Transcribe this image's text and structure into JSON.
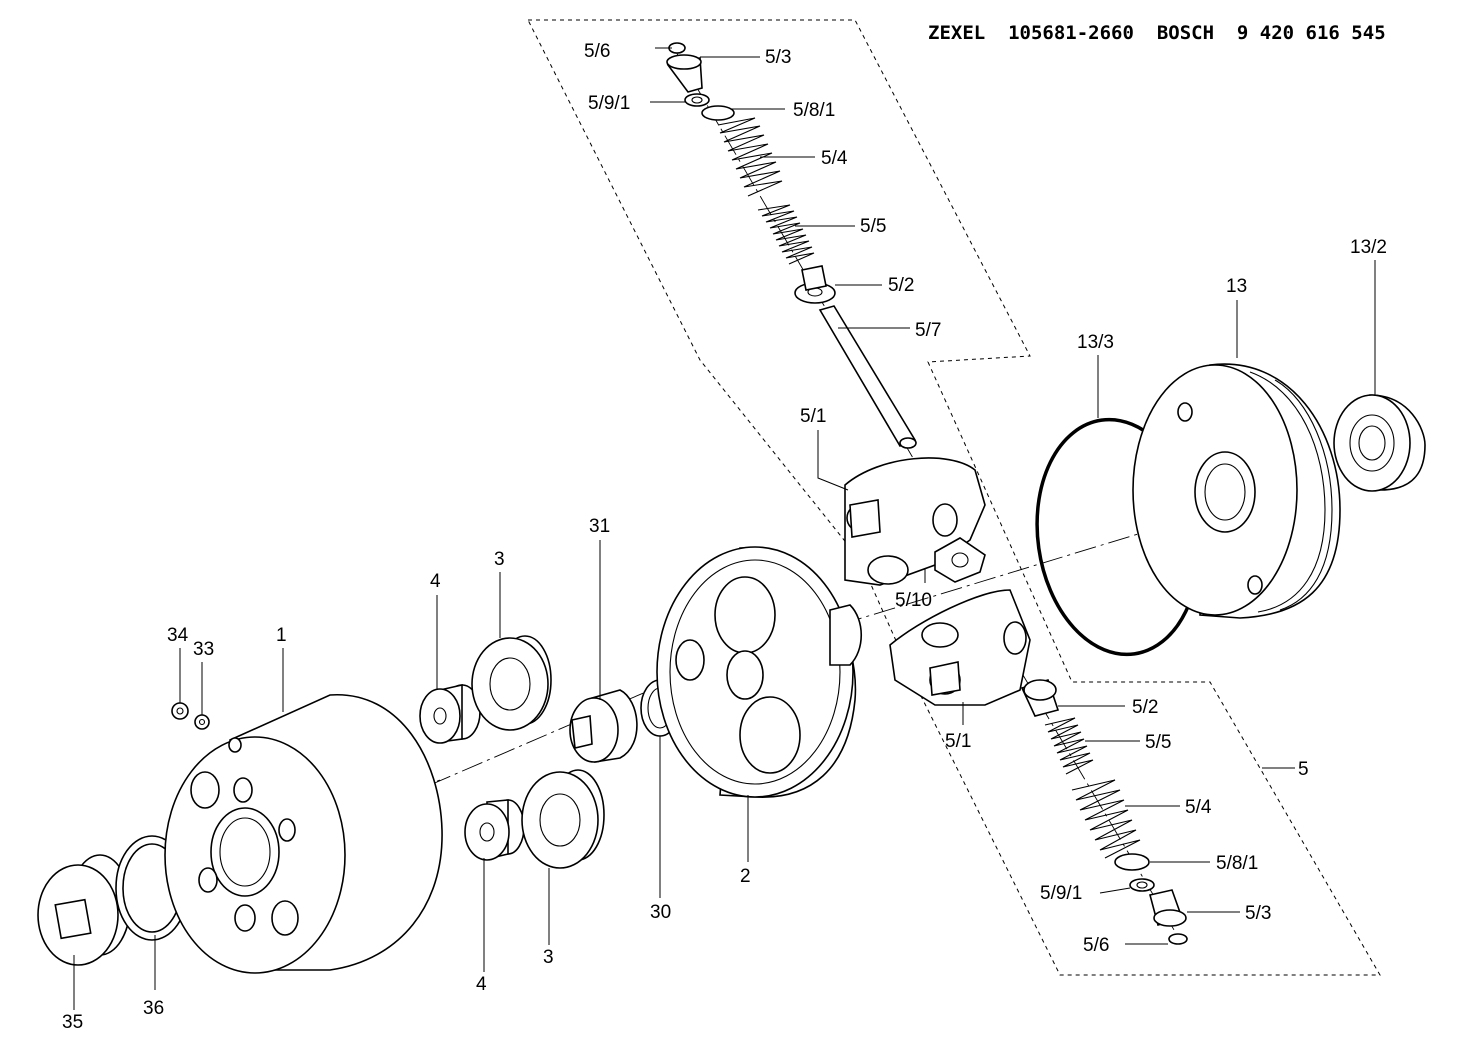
{
  "header": {
    "zexel_label": "ZEXEL",
    "zexel_number": "105681-2660",
    "bosch_label": "BOSCH",
    "bosch_number": "9 420 616 545"
  },
  "callouts": {
    "c1": "1",
    "c2": "2",
    "c3a": "3",
    "c3b": "3",
    "c4a": "4",
    "c4b": "4",
    "c5": "5",
    "c5_1a": "5/1",
    "c5_1b": "5/1",
    "c5_2a": "5/2",
    "c5_2b": "5/2",
    "c5_3a": "5/3",
    "c5_3b": "5/3",
    "c5_4a": "5/4",
    "c5_4b": "5/4",
    "c5_5a": "5/5",
    "c5_5b": "5/5",
    "c5_6a": "5/6",
    "c5_6b": "5/6",
    "c5_7": "5/7",
    "c5_8_1a": "5/8/1",
    "c5_8_1b": "5/8/1",
    "c5_9_1a": "5/9/1",
    "c5_9_1b": "5/9/1",
    "c5_10": "5/10",
    "c13": "13",
    "c13_2": "13/2",
    "c13_3": "13/3",
    "c30": "30",
    "c31": "31",
    "c33": "33",
    "c34": "34",
    "c35": "35",
    "c36": "36"
  }
}
